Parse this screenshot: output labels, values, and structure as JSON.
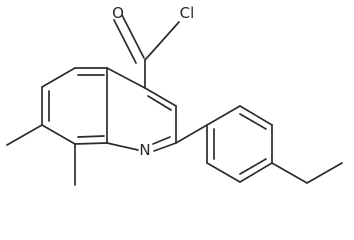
{
  "diagram": {
    "type": "chemical-structure",
    "atom_labels": {
      "oxygen": "O",
      "chlorine": "Cl",
      "nitrogen": "N"
    },
    "colors": {
      "bond": "#2b2b2b",
      "background": "#ffffff"
    }
  }
}
